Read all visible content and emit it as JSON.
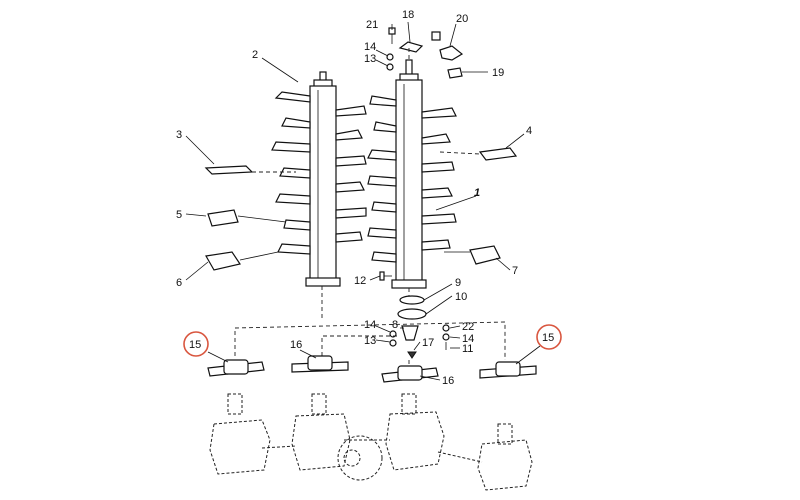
{
  "colors": {
    "highlight": "#d9563f",
    "line": "#111111"
  },
  "callouts": [
    {
      "id": "c21",
      "text": "21"
    },
    {
      "id": "c18",
      "text": "18"
    },
    {
      "id": "c20",
      "text": "20"
    },
    {
      "id": "c14a",
      "text": "14"
    },
    {
      "id": "c13a",
      "text": "13"
    },
    {
      "id": "c19",
      "text": "19"
    },
    {
      "id": "c2",
      "text": "2"
    },
    {
      "id": "c3",
      "text": "3"
    },
    {
      "id": "c4",
      "text": "4"
    },
    {
      "id": "c1",
      "text": "1"
    },
    {
      "id": "c5",
      "text": "5"
    },
    {
      "id": "c6",
      "text": "6"
    },
    {
      "id": "c7",
      "text": "7"
    },
    {
      "id": "c12",
      "text": "12"
    },
    {
      "id": "c9",
      "text": "9"
    },
    {
      "id": "c10",
      "text": "10"
    },
    {
      "id": "c14b",
      "text": "14"
    },
    {
      "id": "c8",
      "text": "8"
    },
    {
      "id": "c22",
      "text": "22"
    },
    {
      "id": "c14c",
      "text": "14"
    },
    {
      "id": "c13b",
      "text": "13"
    },
    {
      "id": "c17",
      "text": "17"
    },
    {
      "id": "c11",
      "text": "11"
    },
    {
      "id": "c15a",
      "text": "15"
    },
    {
      "id": "c16a",
      "text": "16"
    },
    {
      "id": "c16b",
      "text": "16"
    },
    {
      "id": "c15b",
      "text": "15"
    }
  ]
}
